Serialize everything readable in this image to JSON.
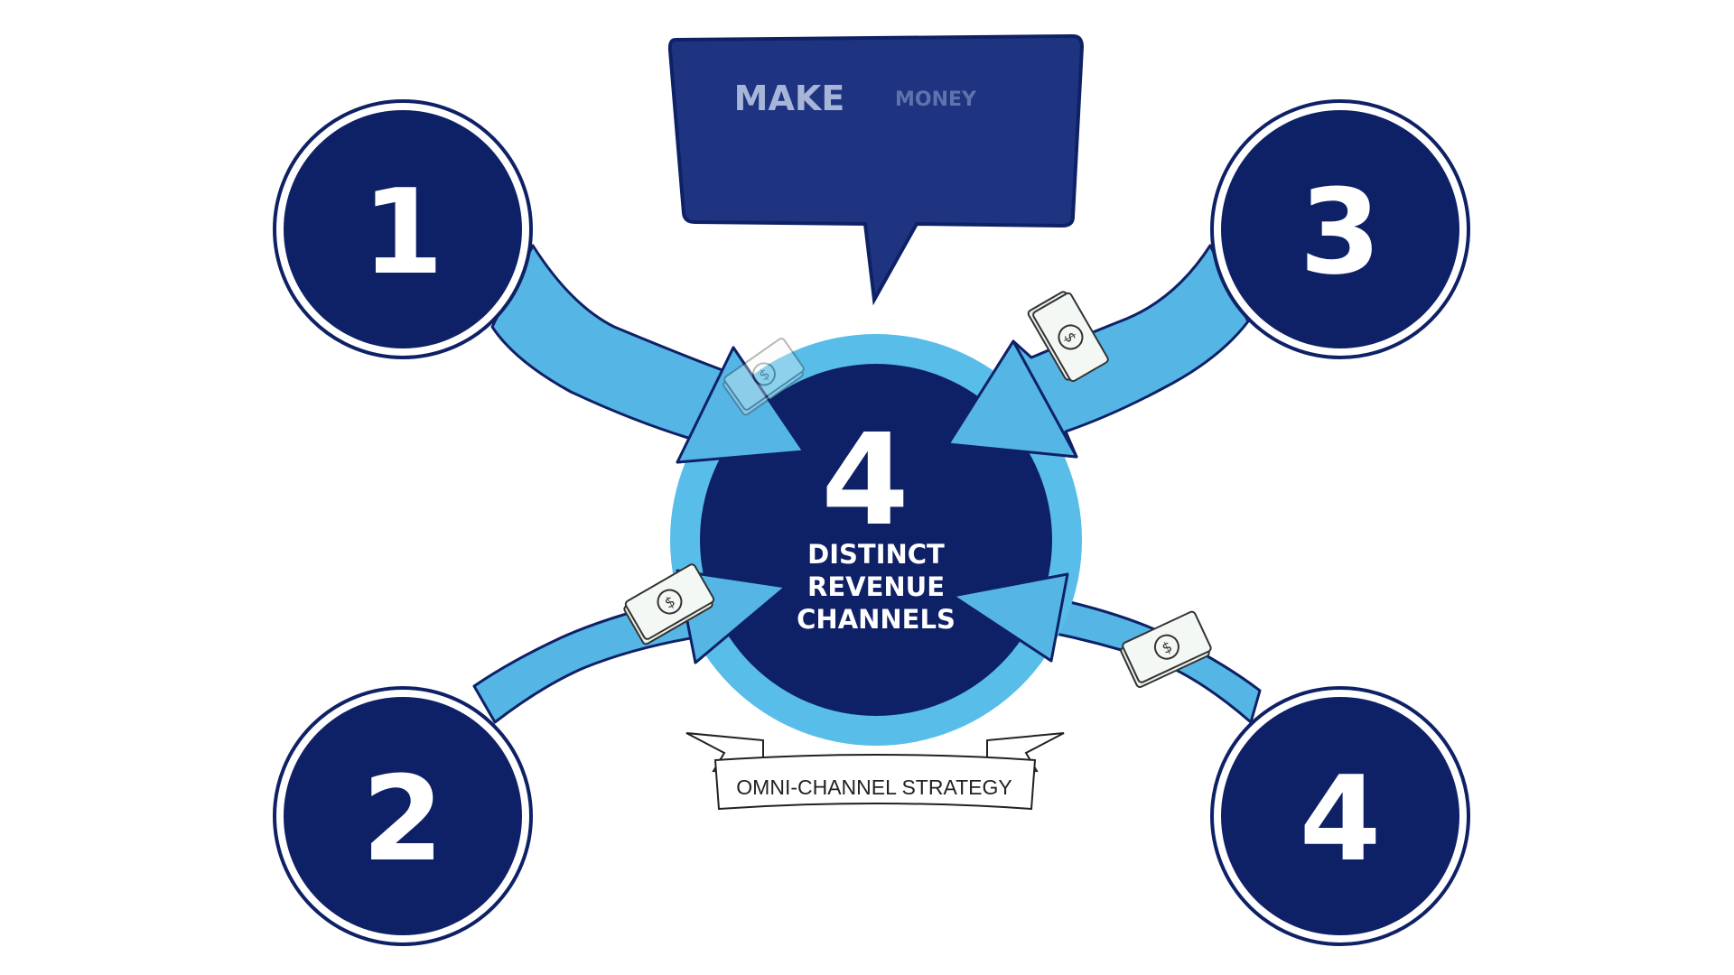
{
  "speech_bubble": {
    "word_1": "MAKE",
    "word_2": "MONEY"
  },
  "hub": {
    "number": "4",
    "line_1": "DISTINCT",
    "line_2": "REVENUE",
    "line_3": "CHANNELS"
  },
  "channels": {
    "c1": "1",
    "c2": "2",
    "c3": "3",
    "c4": "4"
  },
  "banner": {
    "label": "OMNI-CHANNEL STRATEGY"
  },
  "money_symbol": "$",
  "colors": {
    "navy": "#0f2166",
    "arrow_blue": "#55b6e6",
    "ring_blue": "#58bde9",
    "bubble": "#1e3480",
    "white": "#ffffff"
  },
  "icons": [
    "money-stack-icon"
  ]
}
